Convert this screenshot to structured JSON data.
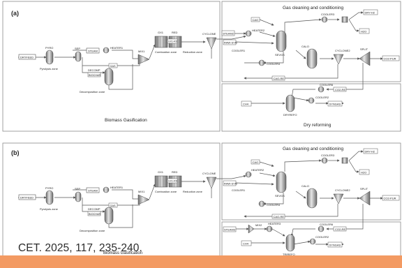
{
  "panel_a": {
    "label": "(a)",
    "gasification_title": "Biomass Gasification",
    "cleaning_title": "Gas cleaning and conditioning",
    "reforming_title": "Dry reforming",
    "pyrolysis_zone": "Pyrolysis zone",
    "combustion_zone": "Combustion zone",
    "reduction_zone": "Reduction zone",
    "decomposition_zone": "Decomposition zone",
    "blocks": {
      "dryfeed": "DRYFEED",
      "pyro": "PYRO",
      "sep": "SEP",
      "steam": "STEAM",
      "heater1": "HEATER1",
      "decomp": "DECOMP",
      "biochar": "BIOCHAR",
      "gas": "GAS",
      "mix1": "MIX1",
      "gx1": "GX1",
      "red": "RED",
      "gx1red": "GX1-RD",
      "cyclone": "CYCLONE",
      "steam2": "STEAM2",
      "heater2": "HEATER2",
      "cao": "CAO",
      "rawsyn": "RAW-SYN",
      "cooler1": "COOLER1",
      "sevgs": "SEVGS",
      "cooler3": "COOLER3",
      "drynh2": "DRY-H2",
      "h2o": "H2O",
      "calo": "CALO",
      "cyclone2": "CYCLONE2",
      "split": "SPLIT",
      "co2pur": "CO2-PUR",
      "cooler4": "COOLER4",
      "caore": "CAO-RE",
      "cooler6": "COOLER6",
      "co2re": "CO2-RE",
      "ch4": "CH4",
      "cooler2": "COOLER2",
      "dryref": "DRYREFO",
      "syngas": "SYNGAS"
    }
  },
  "panel_b": {
    "label": "(b)",
    "gasification_title": "Biomass Gasification",
    "cleaning_title": "Gas cleaning and conditioning",
    "pyrolysis_zone": "Pyrolysis zone",
    "combustion_zone": "Combustion zone",
    "reduction_zone": "Reduction zone",
    "decomposition_zone": "Decomposition zone",
    "blocks": {
      "dryfeed": "DRYFEED",
      "pyro": "PYRO",
      "sep": "SEP",
      "steam": "STEAM",
      "heater1": "HEATER1",
      "decomp": "DECOMP",
      "biochar": "BIOCHAR",
      "gas": "GAS",
      "mix1": "MIX1",
      "gx1": "GX1",
      "red": "RED",
      "gx1red": "GX1-RD",
      "cyclone": "CYCLONE",
      "heater2": "HEATER2",
      "cao": "CAO",
      "rawsyn": "RAW-SYN",
      "cooler1": "COOLER1",
      "sevgs": "SEVGS",
      "cooler3": "COOLER3",
      "drynh2": "DRY-H2",
      "h2o": "H2O",
      "calo": "CALO",
      "cyclone2": "CYCLONE2",
      "split": "SPLIT",
      "co2pur": "CO2-PUR",
      "cooler4": "COOLER4",
      "caore": "CAO-RE",
      "cooler6": "COOLER6",
      "co2re": "CO2-RE",
      "ch4": "CH4",
      "steam3": "STEAM3",
      "mix2": "MIX2",
      "heater3": "HEATER3",
      "cooler2": "COOLER2",
      "trirefo": "TRIREFO",
      "syngas": "SYNGAS"
    }
  },
  "caption": "CET. 2025, 117, 235-240.",
  "colors": {
    "line": "#555555",
    "border": "#8a8a8a",
    "band": "#f39a62",
    "text": "#222222"
  }
}
